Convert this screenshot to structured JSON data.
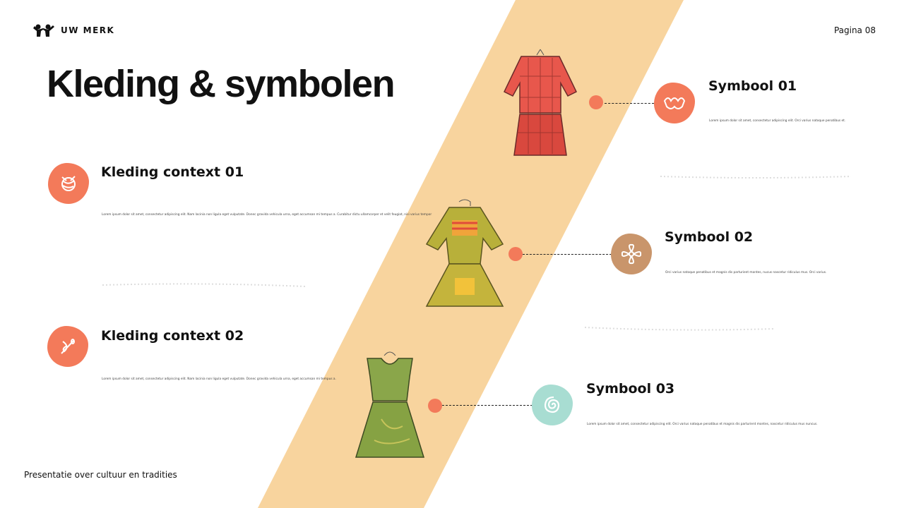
{
  "brand": {
    "name": "UW MERK",
    "icon": "people-logo-icon"
  },
  "page_label": "Pagina 08",
  "title": "Kleding & symbolen",
  "footer": "Presentatie over cultuur en tradities",
  "colors": {
    "band": "#f8d49e",
    "accent": "#f37a5a",
    "symbol2": "#c9956b",
    "symbol3": "#a8ddd2"
  },
  "contexts": [
    {
      "heading": "Kleding context 01",
      "icon": "yarn-icon",
      "text": "Lorem ipsum dolor sit amet, consectetur adipiscing elit. Nam lacinia non ligula eget vulputate. Donec gravida vehicula urna, eget accumsan mi tempus a. Curabitur dictu ullamcorper et velit feugiat, nisi varius tempor"
    },
    {
      "heading": "Kleding context 02",
      "icon": "needle-thread-icon",
      "text": "Lorem ipsum dolor sit amet, consectetur adipiscing elit. Nam lacinia non ligula eget vulputate. Donec gravida vehicula urna, eget accumsan mi tempus a."
    }
  ],
  "symbols": [
    {
      "heading": "Symbool 01",
      "icon": "wave-pattern-icon",
      "text": "Lorem ipsum dolor sit amet, consectetur adipiscing elit. Orci varius natoque penatibus et."
    },
    {
      "heading": "Symbool 02",
      "icon": "flower-icon",
      "text": "Orci varius natoque penatibus et magnis dis parturient montes, nucus nascetur ridiculus mus. Orci varius."
    },
    {
      "heading": "Symbool 03",
      "icon": "spiral-icon",
      "text": "Lorem ipsum dolor sit amet, consectetur adipiscing elit. Orci varius natoque penatibus et magnis dis parturient montes, nascetur ridiculus mus nuncus."
    }
  ]
}
